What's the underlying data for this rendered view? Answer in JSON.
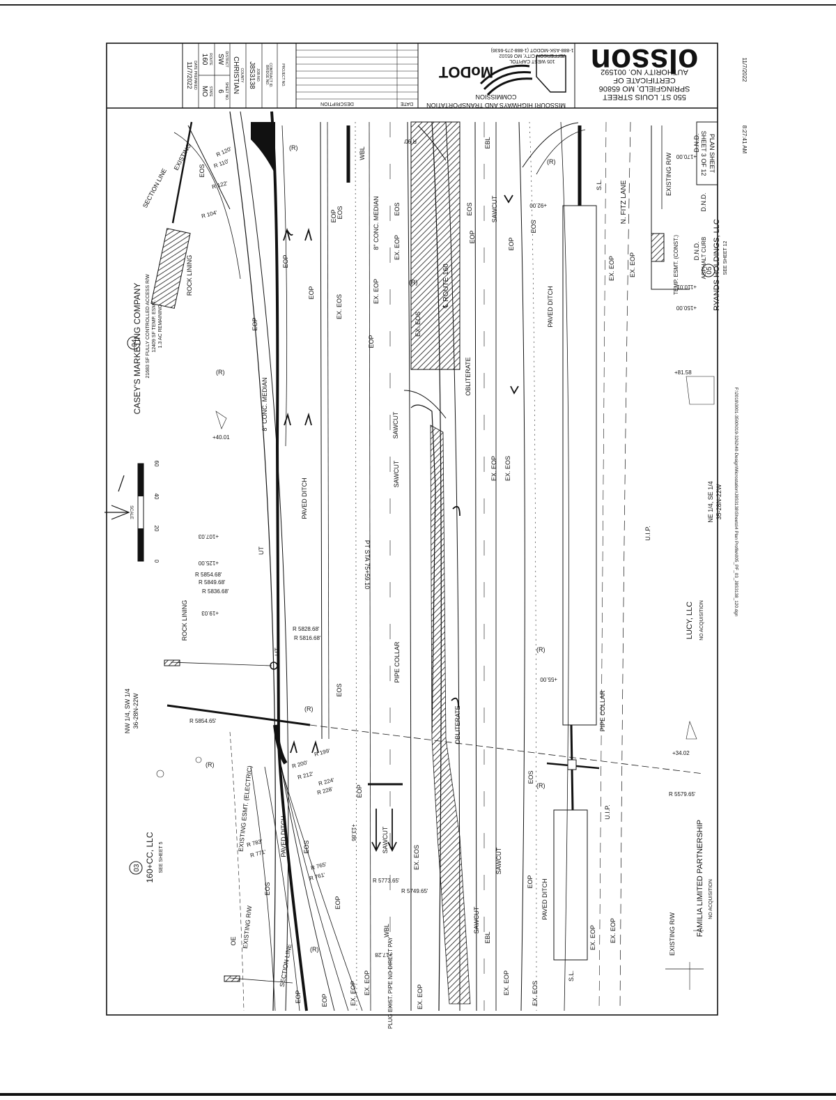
{
  "title_block": {
    "firm": "olsson",
    "address": "550 ST. LOUIS STREET",
    "city": "SPRINGFIELD, MO 65806",
    "certificate": "CERTIFICATE OF",
    "authority": "AUTHORITY NO. 001592",
    "commission": "MISSOURI HIGHWAYS AND TRANSPORTATION",
    "commission2": "COMMISSION",
    "modot_address": "105 WEST CAPITOL",
    "modot_city": "JEFFERSON CITY, MO 65102",
    "modot_phone": "1-888-ASK-MODOT (1-888-275-6636)",
    "modot_logo": "MoDOT",
    "date_header": "DATE",
    "description_header": "DESCRIPTION",
    "date_prepared_label": "DATE PREPARED",
    "date_prepared": "11/7/2022",
    "route_label": "ROUTE",
    "route": "160",
    "state_label": "STATE",
    "state": "MO",
    "district_label": "DISTRICT",
    "district": "SW",
    "sheet_no_label": "SHEET NO.",
    "sheet_no": "6",
    "county_label": "COUNTY",
    "county": "CHRISTIAN",
    "job_label": "JOB NO.",
    "job": "J8S3138",
    "contract_label": "CONTRACT ID.",
    "project_label": "PROJECT NO.",
    "bridge_label": "BRIDGE NO.",
    "side_date": "11/7/2022",
    "side_time": "8:27:41 AM",
    "plan_sheet": "PLAN SHEET",
    "sheet_of": "SHEET 3 OF 12",
    "file_path": "F:\\2019\\3001-3500\\019-3262\\40-Design\\Microstation\\J8S3138\\Sheets\\4 Plan Profile\\005_PF_03_J8S3138_120.dgn"
  },
  "scale": {
    "label": "SCALE",
    "ticks": [
      "0",
      "20",
      "40",
      "60"
    ]
  },
  "parcels": [
    {
      "id": "03",
      "owner": "160+CC, LLC",
      "note": "SEE SHEET 5"
    },
    {
      "id": "04",
      "owner": "CASEY'S MARKETING COMPANY",
      "note1": "21683 SF FULLY CONTROLLED ACCESS R/W",
      "note2": "12409 SF TEMP. ESMT.",
      "note3": "1.3 AC REMAINING"
    },
    {
      "id": "05",
      "owner": "RYANDS HOLDINGS, LLC",
      "note": "SEE SHEET 12"
    }
  ],
  "owners": {
    "lucy": "LUCY, LLC",
    "lucy_note": "NO ACQUISITION",
    "familia": "FAMILIA LIMITED PARTNERSHIP",
    "familia_note": "NO ACQUISITION"
  },
  "sections": {
    "nw": "NW 1/4, SW 1/4",
    "nw2": "36-28N-22W",
    "ne": "NE 1/4, SE 1/4",
    "ne2": "35-28N-22W"
  },
  "labels": {
    "route": "℄ ROUTE 160",
    "pt_sta": "PT STA 75+59.10",
    "n_fitz": "N. FITZ LANE",
    "ebl": "EBL",
    "wbl": "WBL",
    "conc_median": "8\" CONC. MEDIAN",
    "paved_ditch": "PAVED DITCH",
    "pipe_collar": "PIPE COLLAR",
    "sawcut": "SAWCUT",
    "obliterate": "OBLITERATE",
    "rock_lining": "ROCK LINING",
    "section_line": "SECTION LINE",
    "existing_rw": "EXISTING R/W",
    "existing_esmt": "EXISTING ESMT. (ELECTRIC)",
    "eop": "EOP",
    "eos": "EOS",
    "ex_eop": "EX. EOP",
    "ex_eos": "EX. EOS",
    "uip": "U.I.P.",
    "dnd": "D.N.D.",
    "temp_esmt": "TEMP. ESMT. (CONST.)",
    "asphalt_curb": "ASPHALT CURB",
    "plug": "PLUG EXIST. PIPE NO DIRECT PAY",
    "r": "(R)",
    "sl": "S.L.",
    "ut": "UT",
    "oe": "OE"
  },
  "radii": [
    "R 5854.68'",
    "R 5849.68'",
    "R 5836.68'",
    "R 5828.68'",
    "R 5816.68'",
    "R 5854.65'",
    "R 5773.65'",
    "R 5749.65'",
    "R 5579.65'",
    "R 120'",
    "R 110'",
    "R 122'",
    "R 104'",
    "R 199'",
    "R 200'",
    "R 212'",
    "R 224'",
    "R 228'",
    "R 783'",
    "R 771'",
    "R 765'",
    "R 761'",
    "R 90'"
  ],
  "stations": [
    "+40.01",
    "+81.58",
    "+34.02",
    "+55.00",
    "+92.00",
    "+17.28",
    "+13.86",
    "+19.03",
    "+107.03",
    "+125.00",
    "+170.00",
    "+110.01",
    "+150.00"
  ]
}
